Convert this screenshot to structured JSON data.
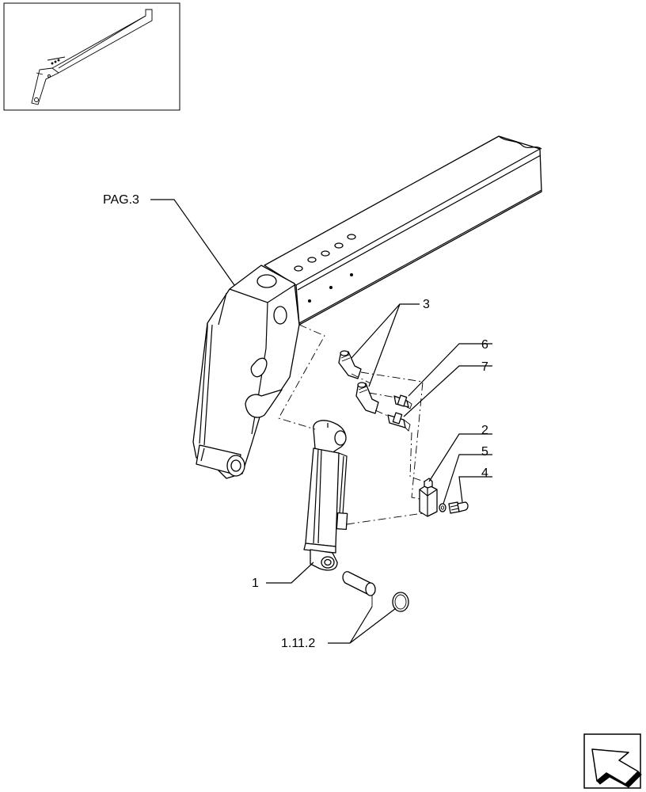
{
  "callouts": {
    "pag3": "PAG.3",
    "c1": "1",
    "c2": "2",
    "c3": "3",
    "c4": "4",
    "c5": "5",
    "c6": "6",
    "c7": "7",
    "c1112": "1.11.2"
  },
  "icons": {
    "overview": "boom-overview-thumbnail",
    "nav": "navigation-arrow-icon"
  }
}
